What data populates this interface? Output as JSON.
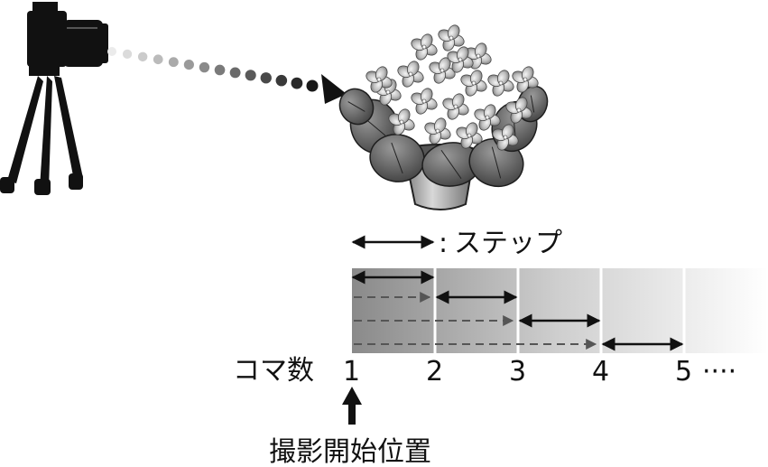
{
  "legend": {
    "symbol": ":",
    "step_label": "ステップ"
  },
  "frames_label": "コマ数",
  "frame_numbers": [
    "1",
    "2",
    "3",
    "4",
    "5"
  ],
  "ellipsis": "····",
  "start_label": "撮影開始位置",
  "icons": {
    "camera": "camera-icon",
    "tripod": "tripod-icon",
    "flower": "flower-pot-icon",
    "motion": "motion-dots-arrow"
  },
  "colors": {
    "ink": "#111111",
    "band_dark": "#8c8c8c",
    "band_light": "#ffffff",
    "dash": "#555555"
  }
}
